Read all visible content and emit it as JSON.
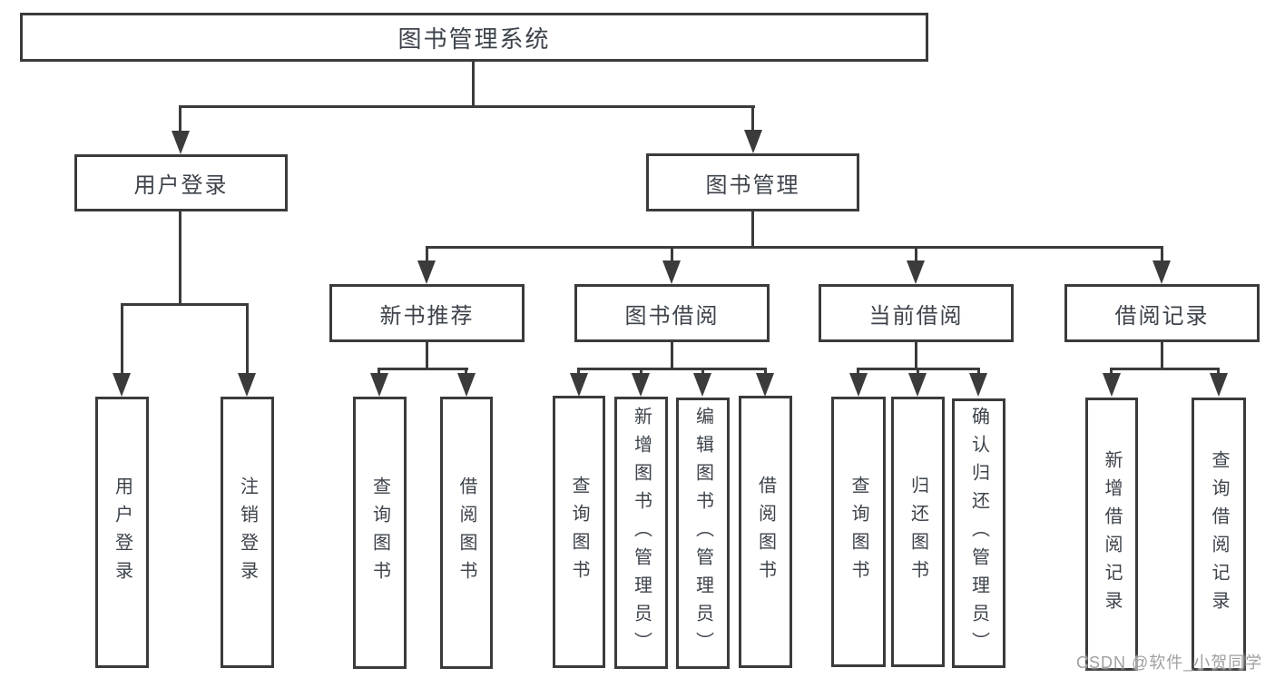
{
  "diagram": {
    "title": "图书管理系统",
    "root": {
      "label": "图书管理系统"
    },
    "level2": [
      {
        "label": "用户登录"
      },
      {
        "label": "图书管理"
      }
    ],
    "level3": [
      {
        "label": "新书推荐"
      },
      {
        "label": "图书借阅"
      },
      {
        "label": "当前借阅"
      },
      {
        "label": "借阅记录"
      }
    ],
    "leaves": [
      {
        "label": "用户登录"
      },
      {
        "label": "注销登录"
      },
      {
        "label": "查询图书"
      },
      {
        "label": "借阅图书"
      },
      {
        "label": "查询图书"
      },
      {
        "label": "新增图书（管理员）"
      },
      {
        "label": "编辑图书（管理员）"
      },
      {
        "label": "借阅图书"
      },
      {
        "label": "查询图书"
      },
      {
        "label": "归还图书"
      },
      {
        "label": "确认归还（管理员）"
      },
      {
        "label": "新增借阅记录"
      },
      {
        "label": "查询借阅记录"
      }
    ]
  },
  "watermark": {
    "text": "CSDN @软件_小贺同学"
  },
  "colors": {
    "line": "#3b3b3b",
    "text": "#3d434b",
    "watermark": "#a0a0a0",
    "background": "#ffffff"
  }
}
